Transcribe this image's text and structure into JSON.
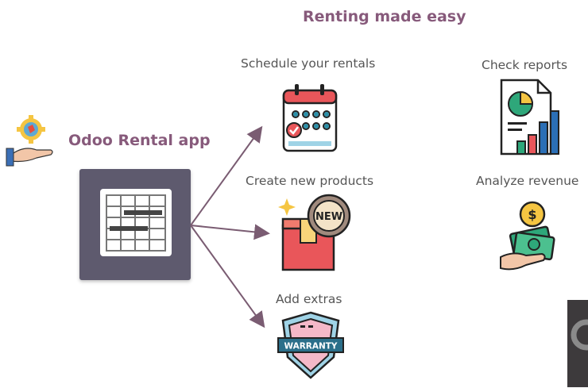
{
  "header": {
    "title": "Renting made easy"
  },
  "app": {
    "name": "Odoo Rental app",
    "icon": "rental-grid-icon"
  },
  "features": [
    {
      "label": "Schedule your rentals",
      "icon": "calendar-icon"
    },
    {
      "label": "Create new products",
      "icon": "new-product-box-icon"
    },
    {
      "label": "Add extras",
      "icon": "warranty-shield-icon"
    },
    {
      "label": "Check reports",
      "icon": "report-chart-icon"
    },
    {
      "label": "Analyze revenue",
      "icon": "revenue-hand-icon"
    }
  ],
  "badges": {
    "new": "NEW",
    "warranty": "WARRANTY"
  },
  "colors": {
    "brand": "#875A7B",
    "tile": "#5e5a6e",
    "text": "#555555"
  }
}
